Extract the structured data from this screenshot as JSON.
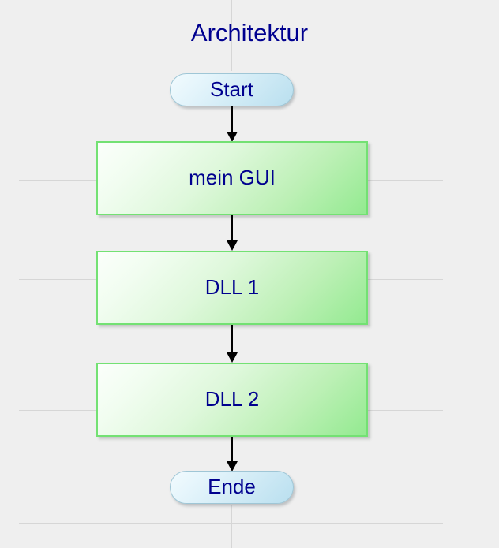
{
  "diagram": {
    "title": "Architektur",
    "type": "flowchart",
    "background_color": "#efefef",
    "grid_line_color": "#d6d6d6",
    "text_color": "#00008f",
    "connector_color": "#000000",
    "terminator_fill": "#d7eef8",
    "terminator_border": "#9fc6d6",
    "process_fill": "#bdf0b6",
    "process_border": "#73e173"
  },
  "nodes": [
    {
      "id": "start",
      "label": "Start",
      "shape": "terminator"
    },
    {
      "id": "gui",
      "label": "mein GUI",
      "shape": "process"
    },
    {
      "id": "dll1",
      "label": "DLL 1",
      "shape": "process"
    },
    {
      "id": "dll2",
      "label": "DLL 2",
      "shape": "process"
    },
    {
      "id": "ende",
      "label": "Ende",
      "shape": "terminator"
    }
  ],
  "edges": [
    {
      "from": "start",
      "to": "gui",
      "arrow": "down"
    },
    {
      "from": "gui",
      "to": "dll1",
      "arrow": "down"
    },
    {
      "from": "dll1",
      "to": "dll2",
      "arrow": "down"
    },
    {
      "from": "dll2",
      "to": "ende",
      "arrow": "down"
    }
  ]
}
